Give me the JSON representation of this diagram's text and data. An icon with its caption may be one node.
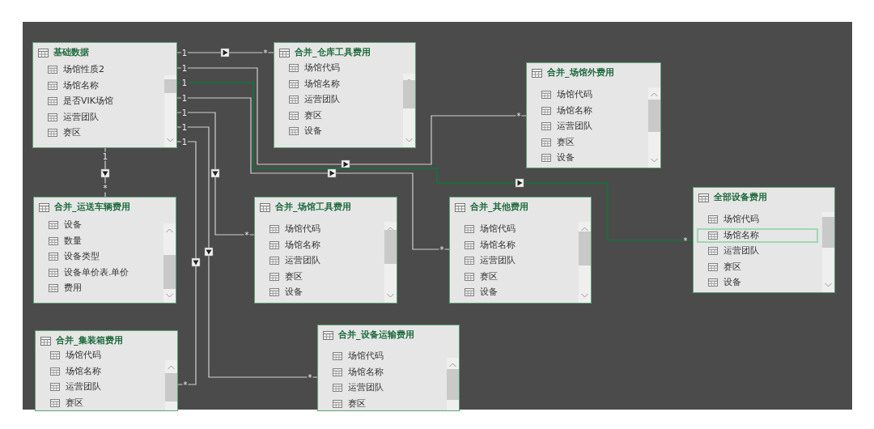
{
  "diagram": {
    "nodes": [
      {
        "text": [
          "基础数据",
          "场馆性质2",
          "场馆名称",
          "是否VIK场馆",
          "运营团队",
          "赛区"
        ]
      },
      {
        "text": [
          "合并_仓库工具费用",
          "场馆代码",
          "场馆名称",
          "运营团队",
          "赛区",
          "设备"
        ]
      },
      {
        "text": [
          "合并_场馆外费用",
          "场馆代码",
          "场馆名称",
          "运营团队",
          "赛区",
          "设备"
        ]
      },
      {
        "text": [
          "合并_运送车辆费用",
          "设备",
          "数量",
          "设备类型",
          "设备单价表.单价",
          "费用"
        ]
      },
      {
        "text": [
          "合并_场馆工具费用",
          "场馆代码",
          "场馆名称",
          "运营团队",
          "赛区",
          "设备"
        ]
      },
      {
        "text": [
          "合并_其他费用",
          "场馆代码",
          "场馆名称",
          "运营团队",
          "赛区",
          "设备"
        ]
      },
      {
        "text": [
          "全部设备费用",
          "场馆代码",
          "场馆名称",
          "运营团队",
          "赛区",
          "设备"
        ]
      },
      {
        "text": [
          "合并_集装箱费用",
          "场馆代码",
          "场馆名称",
          "运营团队",
          "赛区"
        ]
      },
      {
        "text": [
          "合并_设备运输费用",
          "场馆代码",
          "场馆名称",
          "运营团队",
          "赛区"
        ]
      }
    ],
    "edges": [
      {
        "from": 0,
        "to": 1,
        "arrow": "to"
      },
      {
        "from": 0,
        "to": 2,
        "arrow": "to"
      },
      {
        "from": 0,
        "to": 6,
        "arrow": "to",
        "color": "#1f6b3d"
      },
      {
        "from": 0,
        "to": 5,
        "arrow": "to"
      },
      {
        "from": 0,
        "to": 4,
        "arrow": "to"
      },
      {
        "from": 0,
        "to": 8,
        "arrow": "to"
      },
      {
        "from": 0,
        "to": 7,
        "arrow": "to"
      },
      {
        "from": 0,
        "to": 3,
        "arrow": "to"
      }
    ],
    "labels": [
      "1",
      "*",
      "1",
      "*",
      "1",
      "*",
      "1",
      "*",
      "1",
      "*",
      "1",
      "*",
      "1",
      "*",
      "1",
      "*"
    ]
  }
}
